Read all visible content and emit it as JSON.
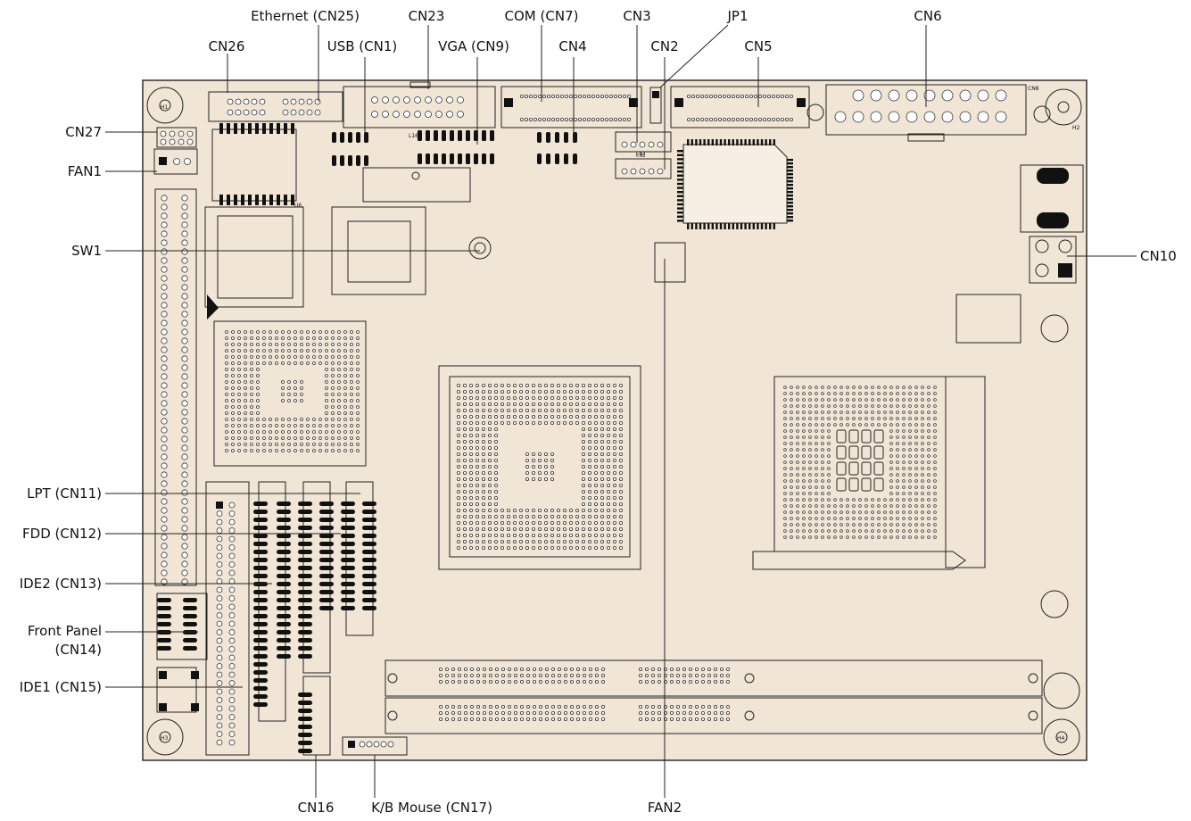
{
  "callouts": {
    "ethernet": "Ethernet (CN25)",
    "cn23": "CN23",
    "com": "COM (CN7)",
    "cn3": "CN3",
    "jp1": "JP1",
    "cn6": "CN6",
    "cn26": "CN26",
    "usb": "USB (CN1)",
    "vga": "VGA (CN9)",
    "cn4": "CN4",
    "cn2": "CN2",
    "cn5": "CN5",
    "cn27": "CN27",
    "fan1": "FAN1",
    "sw1": "SW1",
    "cn10": "CN10",
    "lpt": "LPT (CN11)",
    "fdd": "FDD (CN12)",
    "ide2": "IDE2 (CN13)",
    "front_panel_1": "Front Panel",
    "front_panel_2": "(CN14)",
    "ide1": "IDE1 (CN15)",
    "cn16": "CN16",
    "kb_mouse": "K/B Mouse (CN17)",
    "fan2": "FAN2"
  },
  "silkscreen": {
    "l16": "L16",
    "cn8": "CN8",
    "u6": "U6",
    "cn3_small": "CN3",
    "cn2_small": "CN2",
    "h1": "H1",
    "h2": "H2",
    "h3": "H3",
    "h4": "H4"
  }
}
